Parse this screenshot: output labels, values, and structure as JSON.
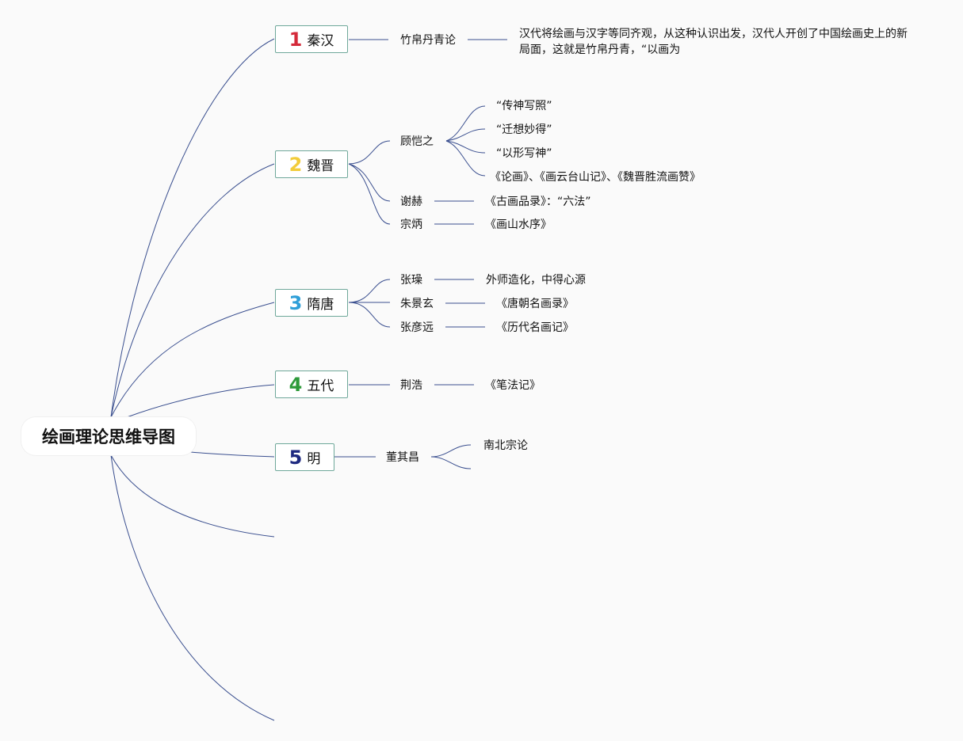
{
  "root": "绘画理论思维导图",
  "eras": [
    {
      "num": "1",
      "name": "秦汉",
      "color": "#d42a3a"
    },
    {
      "num": "2",
      "name": "魏晋",
      "color": "#f2cc3a"
    },
    {
      "num": "3",
      "name": "隋唐",
      "color": "#2f9fd8"
    },
    {
      "num": "4",
      "name": "五代",
      "color": "#2e9a3a"
    },
    {
      "num": "5",
      "name": "明",
      "color": "#1f2a80"
    }
  ],
  "qinhan": {
    "topic": "竹帛丹青论",
    "desc": "汉代将绘画与汉字等同齐观，从这种认识出发，汉代人开创了中国绘画史上的新局面，这就是竹帛丹青，“以画为"
  },
  "weijin": {
    "gu": {
      "name": "顾恺之",
      "items": [
        "“传神写照”",
        "“迁想妙得”",
        "“以形写神”",
        "《论画》、《画云台山记》、《魏晋胜流画赞》"
      ]
    },
    "xie": {
      "name": "谢赫",
      "work": "《古画品录》：“六法”"
    },
    "zong": {
      "name": "宗炳",
      "work": "《画山水序》"
    }
  },
  "suitang": {
    "zhang": {
      "name": "张璪",
      "work": "外师造化，中得心源"
    },
    "zhu": {
      "name": "朱景玄",
      "work": "《唐朝名画录》"
    },
    "yan": {
      "name": "张彦远",
      "work": "《历代名画记》"
    }
  },
  "wudai": {
    "jing": {
      "name": "荆浩",
      "work": "《笔法记》"
    }
  },
  "ming": {
    "dong": {
      "name": "董其昌",
      "items": [
        "南北宗论"
      ]
    }
  },
  "line_color": "#3a4f8f"
}
